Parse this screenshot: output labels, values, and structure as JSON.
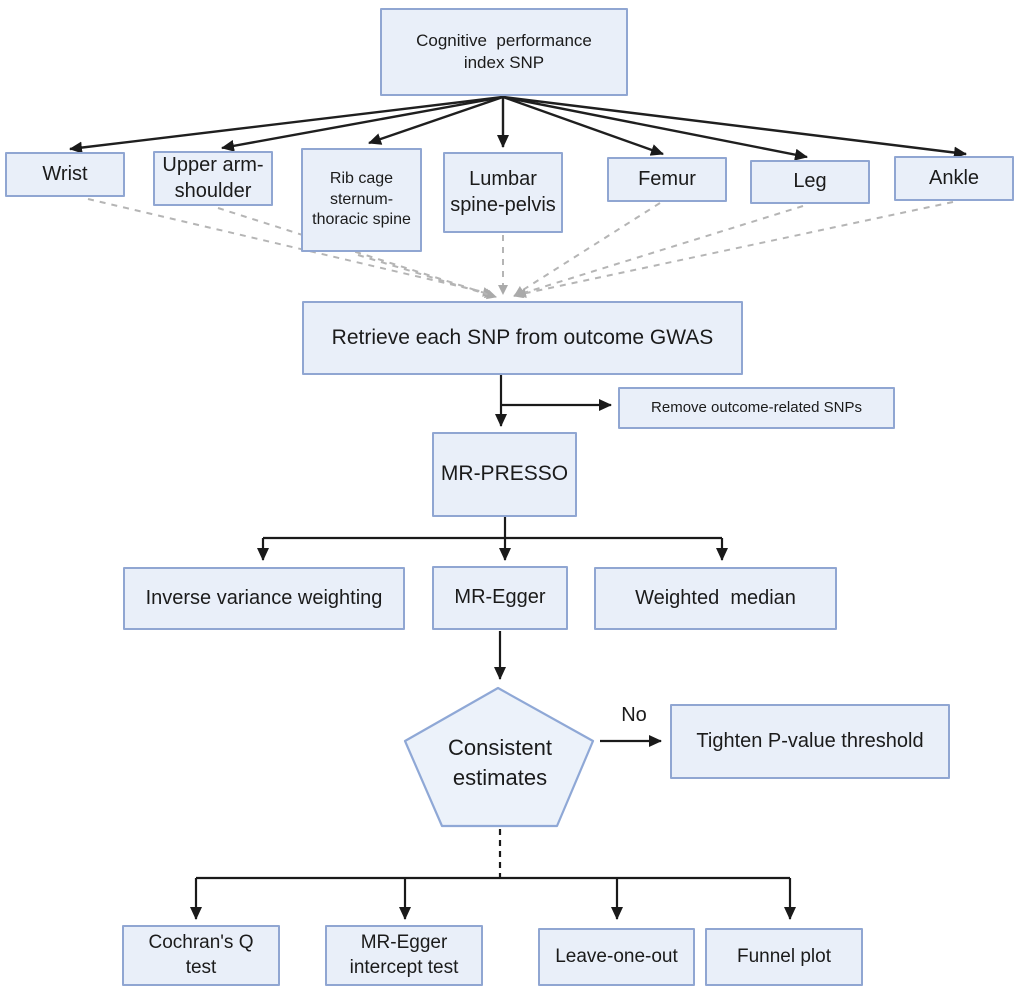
{
  "figure": {
    "type": "flowchart",
    "exposure": {
      "label": "Cognitive  performance index SNP"
    },
    "body_sites": [
      {
        "label": "Wrist"
      },
      {
        "label": "Upper arm-shoulder"
      },
      {
        "label": "Rib cage sternum-thoracic spine"
      },
      {
        "label": "Lumbar spine-pelvis"
      },
      {
        "label": "Femur"
      },
      {
        "label": "Leg"
      },
      {
        "label": "Ankle"
      }
    ],
    "retrieve": {
      "label": "Retrieve each SNP from outcome GWAS"
    },
    "remove_snps": {
      "label": "Remove outcome-related SNPs"
    },
    "mr_presso": {
      "label": "MR-PRESSO"
    },
    "mr_methods": [
      {
        "label": "Inverse variance weighting"
      },
      {
        "label": "MR-Egger"
      },
      {
        "label": "Weighted  median"
      }
    ],
    "decision": {
      "label": "Consistent estimates",
      "no_branch_label": "No"
    },
    "tighten": {
      "label": "Tighten P-value threshold"
    },
    "sensitivity_tests": [
      {
        "label": "Cochran's Q test"
      },
      {
        "label": "MR-Egger intercept test"
      },
      {
        "label": "Leave-one-out"
      },
      {
        "label": "Funnel plot"
      }
    ],
    "colors": {
      "node_fill": "#e9eff9",
      "node_border": "#90a6d2",
      "arrow": "#1a1a1a",
      "dashed_connector": "#b5b5b5",
      "text": "#1b1b1b"
    }
  }
}
